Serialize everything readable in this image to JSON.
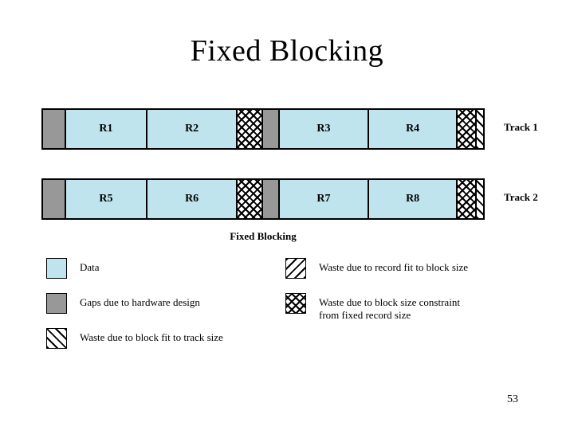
{
  "slide": {
    "title": "Fixed Blocking",
    "figure_caption": "Fixed Blocking",
    "page_number": "53"
  },
  "colors": {
    "data_fill": "#bfe4ee",
    "gap_fill": "#989898",
    "outline": "#000000",
    "background": "#ffffff"
  },
  "tracks": [
    {
      "label": "Track 1",
      "segments": [
        {
          "kind": "gap",
          "label": "",
          "width": 27
        },
        {
          "kind": "data",
          "label": "R1",
          "width": 103
        },
        {
          "kind": "data",
          "label": "R2",
          "width": 114
        },
        {
          "kind": "cross",
          "label": "",
          "width": 32
        },
        {
          "kind": "gap",
          "label": "",
          "width": 21
        },
        {
          "kind": "data",
          "label": "R3",
          "width": 113
        },
        {
          "kind": "data",
          "label": "R4",
          "width": 112
        },
        {
          "kind": "cross",
          "label": "",
          "width": 24
        },
        {
          "kind": "diagf",
          "label": "",
          "width": 10
        }
      ]
    },
    {
      "label": "Track 2",
      "segments": [
        {
          "kind": "gap",
          "label": "",
          "width": 27
        },
        {
          "kind": "data",
          "label": "R5",
          "width": 103
        },
        {
          "kind": "data",
          "label": "R6",
          "width": 114
        },
        {
          "kind": "cross",
          "label": "",
          "width": 32
        },
        {
          "kind": "gap",
          "label": "",
          "width": 21
        },
        {
          "kind": "data",
          "label": "R7",
          "width": 113
        },
        {
          "kind": "data",
          "label": "R8",
          "width": 112
        },
        {
          "kind": "cross",
          "label": "",
          "width": 24
        },
        {
          "kind": "diagf",
          "label": "",
          "width": 10
        }
      ]
    }
  ],
  "legend_left": [
    {
      "swatch": "data",
      "text": "Data"
    },
    {
      "swatch": "gray",
      "text": "Gaps due to hardware design"
    },
    {
      "swatch": "diagf",
      "text": "Waste due to block fit to track size"
    }
  ],
  "legend_right": [
    {
      "swatch": "diagb",
      "text": "Waste due to record fit to block size"
    },
    {
      "swatch": "cross",
      "text": "Waste due to block size constraint\nfrom fixed record size"
    }
  ]
}
